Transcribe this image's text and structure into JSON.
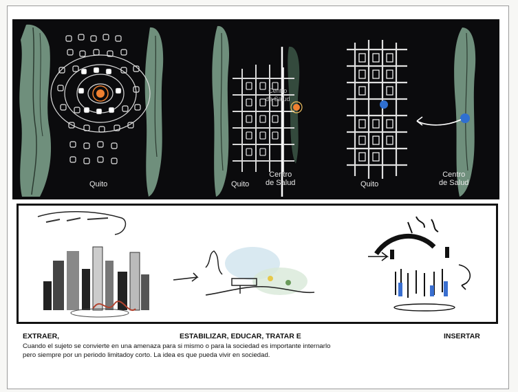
{
  "top_caption": "",
  "map_panels": {
    "panel1": {
      "label": "Quito"
    },
    "panel2": {
      "label_left": "Quito",
      "label_center": "Centro\nde Salud",
      "label_marker": "Centro\nde Salud"
    },
    "panel3": {
      "label_left": "Quito",
      "label_right": "Centro\nde Salud"
    }
  },
  "stages": {
    "extraer": "EXTRAER,",
    "estabilizar": "ESTABILIZAR, EDUCAR, TRATAR E",
    "insertar": "INSERTAR"
  },
  "paragraph": {
    "line1": "Cuando el sujeto se convierte en una amenaza para si mismo o para la sociedad es importante internarlo",
    "line2": "pero siempre por un periodo limitadoy corto. La idea es  que pueda vivir en sociedad."
  },
  "colors": {
    "map_background": "#0b0b0d",
    "vegetation": "#6f8f7c",
    "marker_orange": "#f08030",
    "marker_blue": "#2f6fd0"
  }
}
